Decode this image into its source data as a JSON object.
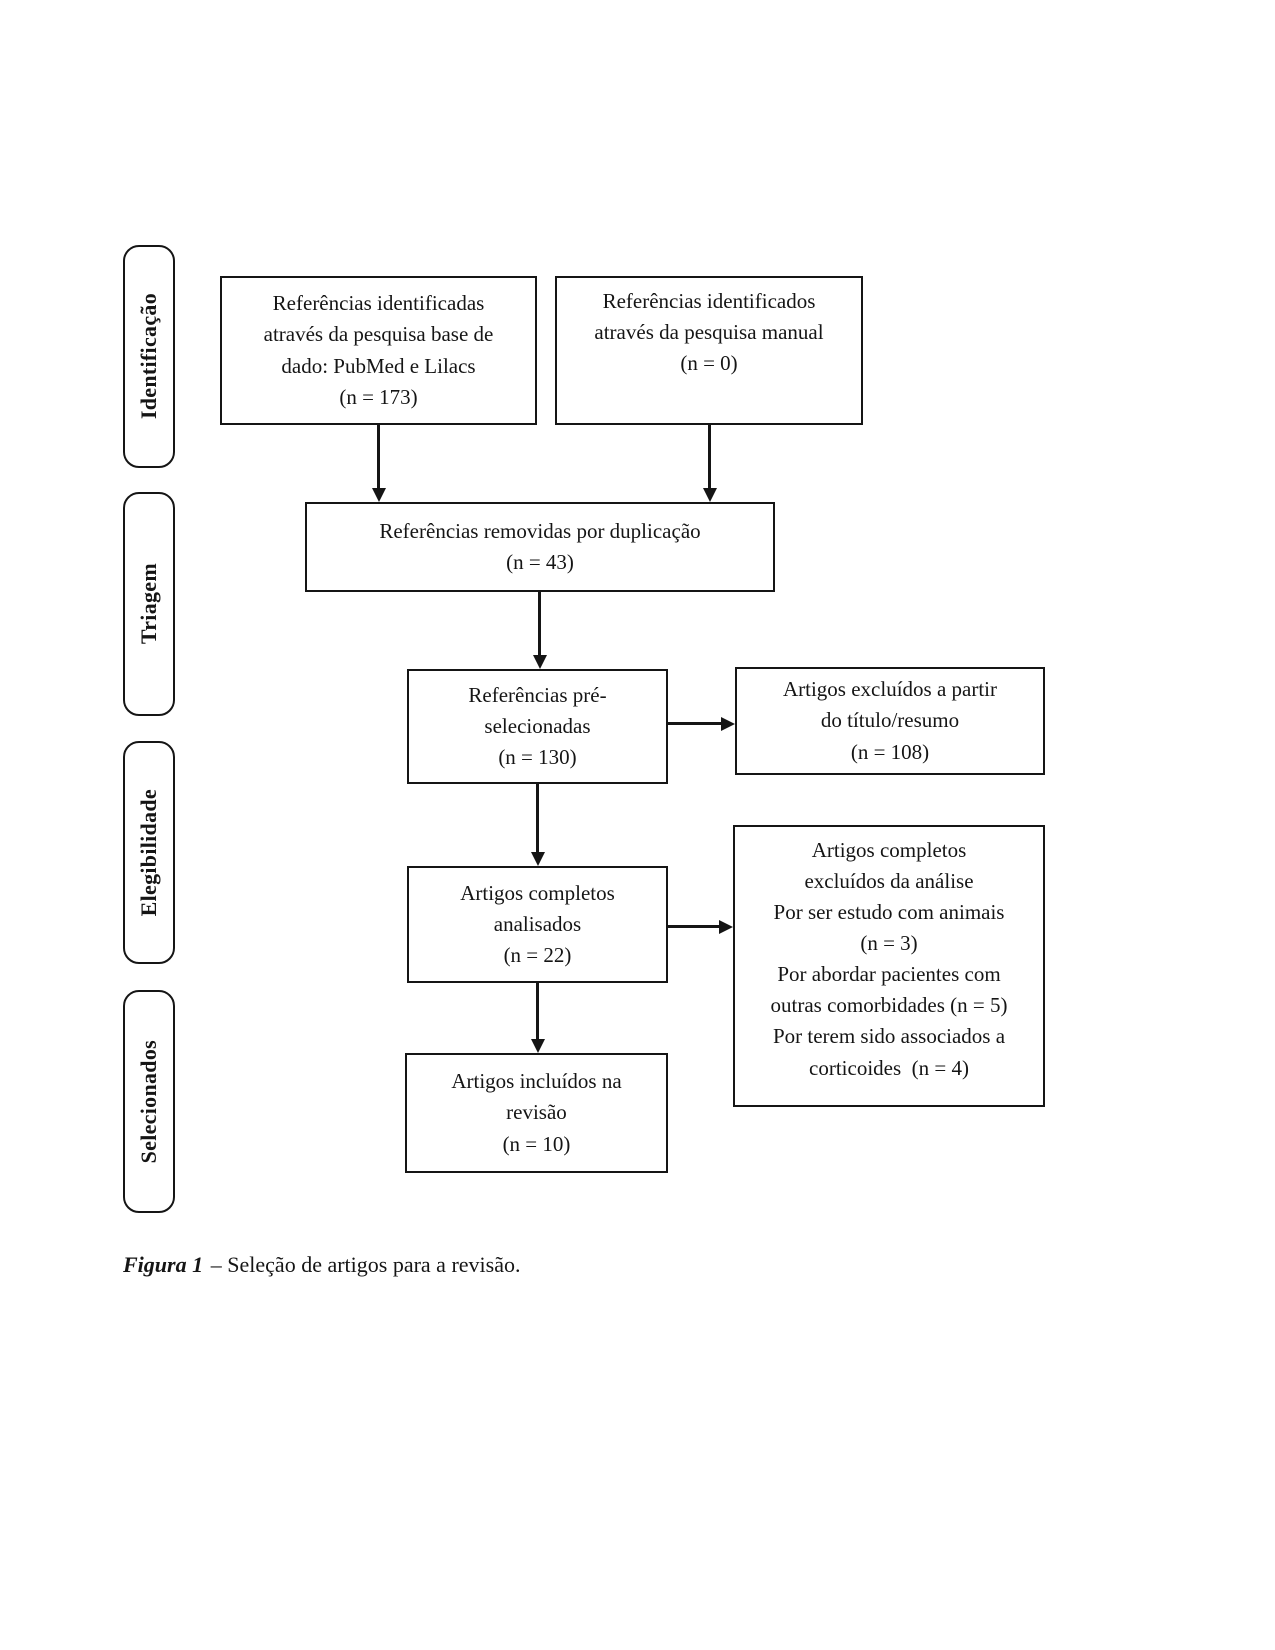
{
  "figure": {
    "stages": [
      {
        "label": "Identificação"
      },
      {
        "label": "Triagem"
      },
      {
        "label": "Elegibilidade"
      },
      {
        "label": "Selecionados"
      }
    ],
    "nodes": {
      "identified_db": {
        "text": "Referências identificadas\natravés da pesquisa base de\ndado: PubMed e Lilacs\n(n = 173)"
      },
      "identified_manual": {
        "text": "Referências identificados\natravés da pesquisa manual\n(n = 0)"
      },
      "removed_duplicates": {
        "text": "Referências removidas por duplicação\n(n = 43)"
      },
      "preselected": {
        "text": "Referências pré-\nselecionadas\n(n = 130)"
      },
      "excluded_title_abstract": {
        "text": "Artigos excluídos a partir\ndo título/resumo\n(n = 108)"
      },
      "fulltext_analyzed": {
        "text": "Artigos completos\nanalisados\n(n = 22)"
      },
      "fulltext_excluded": {
        "text": "Artigos completos\nexcluídos da análise\nPor ser estudo com animais\n(n = 3)\nPor abordar pacientes com\noutras comorbidades (n = 5)\nPor terem sido associados a\ncorticoides  (n = 4)"
      },
      "included_review": {
        "text": "Artigos incluídos na\nrevisão\n(n = 10)"
      }
    },
    "caption": {
      "figure_label": "Figura 1",
      "text": "– Seleção de artigos para a revisão."
    },
    "colors": {
      "ink": "#151515",
      "background": "#ffffff"
    }
  }
}
